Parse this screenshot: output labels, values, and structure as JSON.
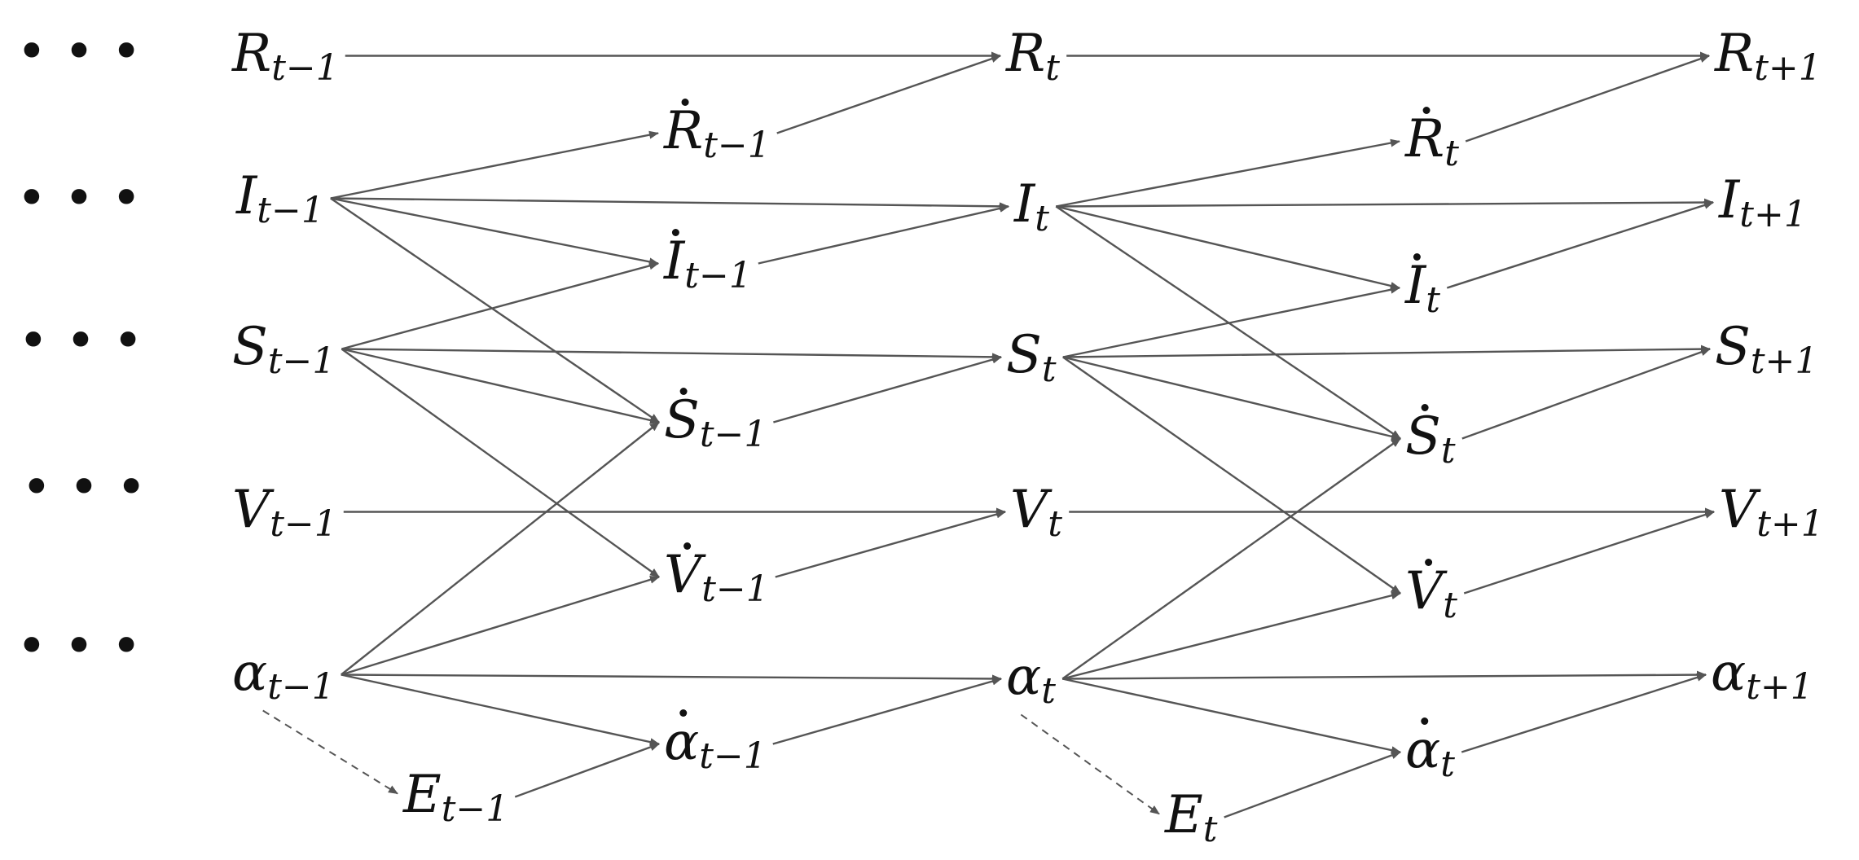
{
  "colors": {
    "edge": "#555555",
    "text": "#111111",
    "background": "#ffffff"
  },
  "ellipsis": "• • •",
  "nodes": {
    "R_prev": {
      "base": "R",
      "sub": "t−1",
      "dot": false
    },
    "Rd_prev": {
      "base": "R",
      "sub": "t−1",
      "dot": true
    },
    "I_prev": {
      "base": "I",
      "sub": "t−1",
      "dot": false
    },
    "Id_prev": {
      "base": "I",
      "sub": "t−1",
      "dot": true
    },
    "S_prev": {
      "base": "S",
      "sub": "t−1",
      "dot": false
    },
    "Sd_prev": {
      "base": "S",
      "sub": "t−1",
      "dot": true
    },
    "V_prev": {
      "base": "V",
      "sub": "t−1",
      "dot": false
    },
    "Vd_prev": {
      "base": "V",
      "sub": "t−1",
      "dot": true
    },
    "A_prev": {
      "base": "α",
      "sub": "t−1",
      "dot": false
    },
    "Ad_prev": {
      "base": "α",
      "sub": "t−1",
      "dot": true
    },
    "E_prev": {
      "base": "E",
      "sub": "t−1",
      "dot": false
    },
    "R_t": {
      "base": "R",
      "sub": "t",
      "dot": false
    },
    "Rd_t": {
      "base": "R",
      "sub": "t",
      "dot": true
    },
    "I_t": {
      "base": "I",
      "sub": "t",
      "dot": false
    },
    "Id_t": {
      "base": "I",
      "sub": "t",
      "dot": true
    },
    "S_t": {
      "base": "S",
      "sub": "t",
      "dot": false
    },
    "Sd_t": {
      "base": "S",
      "sub": "t",
      "dot": true
    },
    "V_t": {
      "base": "V",
      "sub": "t",
      "dot": false
    },
    "Vd_t": {
      "base": "V",
      "sub": "t",
      "dot": true
    },
    "A_t": {
      "base": "α",
      "sub": "t",
      "dot": false
    },
    "Ad_t": {
      "base": "α",
      "sub": "t",
      "dot": true
    },
    "E_t": {
      "base": "E",
      "sub": "t",
      "dot": false
    },
    "R_next": {
      "base": "R",
      "sub": "t+1",
      "dot": false
    },
    "I_next": {
      "base": "I",
      "sub": "t+1",
      "dot": false
    },
    "S_next": {
      "base": "S",
      "sub": "t+1",
      "dot": false
    },
    "V_next": {
      "base": "V",
      "sub": "t+1",
      "dot": false
    },
    "A_next": {
      "base": "α",
      "sub": "t+1",
      "dot": false
    }
  },
  "edges": [
    {
      "from": "R_prev",
      "to": "R_t"
    },
    {
      "from": "R_t",
      "to": "R_next"
    },
    {
      "from": "I_prev",
      "to": "Rd_prev"
    },
    {
      "from": "Rd_prev",
      "to": "R_t"
    },
    {
      "from": "I_prev",
      "to": "I_t"
    },
    {
      "from": "I_prev",
      "to": "Id_prev"
    },
    {
      "from": "I_prev",
      "to": "Sd_prev"
    },
    {
      "from": "S_prev",
      "to": "Id_prev"
    },
    {
      "from": "Id_prev",
      "to": "I_t"
    },
    {
      "from": "S_prev",
      "to": "S_t"
    },
    {
      "from": "S_prev",
      "to": "Sd_prev"
    },
    {
      "from": "S_prev",
      "to": "Vd_prev"
    },
    {
      "from": "Sd_prev",
      "to": "S_t"
    },
    {
      "from": "V_prev",
      "to": "V_t"
    },
    {
      "from": "Vd_prev",
      "to": "V_t"
    },
    {
      "from": "A_prev",
      "to": "Sd_prev"
    },
    {
      "from": "A_prev",
      "to": "Vd_prev"
    },
    {
      "from": "A_prev",
      "to": "A_t"
    },
    {
      "from": "A_prev",
      "to": "Ad_prev"
    },
    {
      "from": "A_prev",
      "to": "E_prev",
      "dashed": true
    },
    {
      "from": "E_prev",
      "to": "Ad_prev"
    },
    {
      "from": "Ad_prev",
      "to": "A_t"
    },
    {
      "from": "I_t",
      "to": "Rd_t"
    },
    {
      "from": "Rd_t",
      "to": "R_next"
    },
    {
      "from": "I_t",
      "to": "I_next"
    },
    {
      "from": "I_t",
      "to": "Id_t"
    },
    {
      "from": "I_t",
      "to": "Sd_t"
    },
    {
      "from": "S_t",
      "to": "Id_t"
    },
    {
      "from": "Id_t",
      "to": "I_next"
    },
    {
      "from": "S_t",
      "to": "S_next"
    },
    {
      "from": "S_t",
      "to": "Sd_t"
    },
    {
      "from": "S_t",
      "to": "Vd_t"
    },
    {
      "from": "Sd_t",
      "to": "S_next"
    },
    {
      "from": "V_t",
      "to": "V_next"
    },
    {
      "from": "Vd_t",
      "to": "V_next"
    },
    {
      "from": "A_t",
      "to": "Sd_t"
    },
    {
      "from": "A_t",
      "to": "Vd_t"
    },
    {
      "from": "A_t",
      "to": "A_next"
    },
    {
      "from": "A_t",
      "to": "Ad_t"
    },
    {
      "from": "A_t",
      "to": "E_t",
      "dashed": true
    },
    {
      "from": "E_t",
      "to": "Ad_t"
    },
    {
      "from": "Ad_t",
      "to": "A_next"
    }
  ]
}
